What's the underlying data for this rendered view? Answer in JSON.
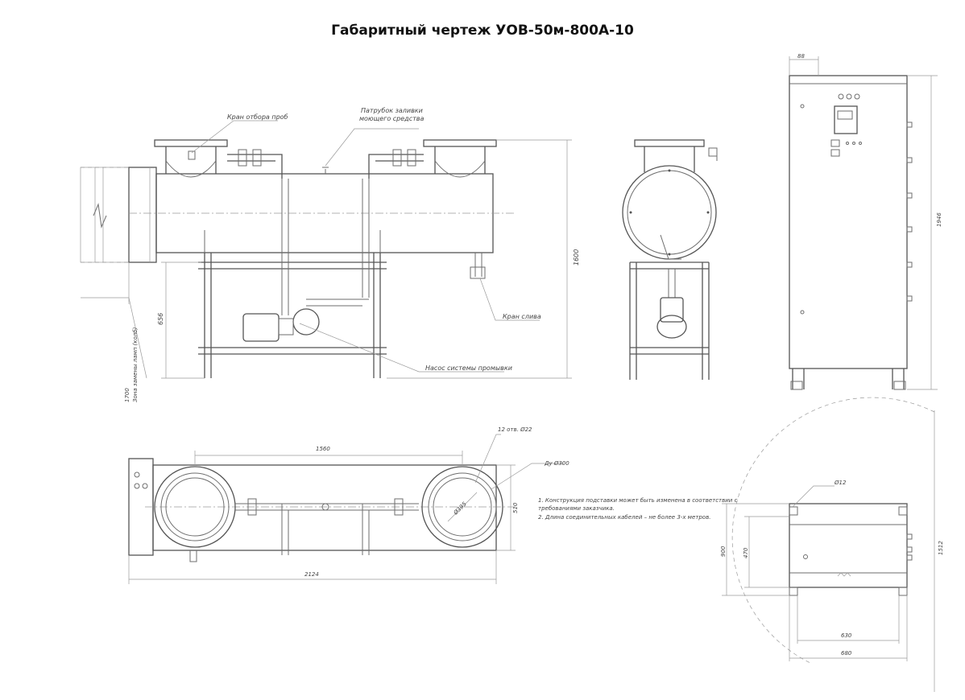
{
  "title": "Габаритный чертеж УОВ-50м-800А-10",
  "callouts": {
    "sample_valve": "Кран отбора проб",
    "wash_inlet_line1": "Патрубок заливки",
    "wash_inlet_line2": "моющего средства",
    "drain_valve": "Кран слива",
    "wash_pump": "Насос системы промывки",
    "lamp_zone": "Зона замены ламп (колб)",
    "holes": "12 отв. Ø22",
    "flange": "Ду Ø300",
    "hole_dia": "Ø12"
  },
  "dimensions": {
    "front_height": "1600",
    "frame_height": "656",
    "lamp_zone_len": "1700",
    "flange_spacing": "1560",
    "overall_length": "2124",
    "plan_width": "510",
    "cabinet_height": "1946",
    "cabinet_top": "88",
    "base_width_outer": "900",
    "base_width_inner": "470",
    "base_depth_inner": "630",
    "base_depth_outer": "680",
    "swing_radius": "1512",
    "bolt_circle": "Ø395"
  },
  "notes": {
    "line1": "1. Конструкция подставки может быть изменена в соответствии с",
    "line2": "требованиями заказчика.",
    "line3": "2. Длина соединительных кабелей – не более 3-х метров."
  }
}
